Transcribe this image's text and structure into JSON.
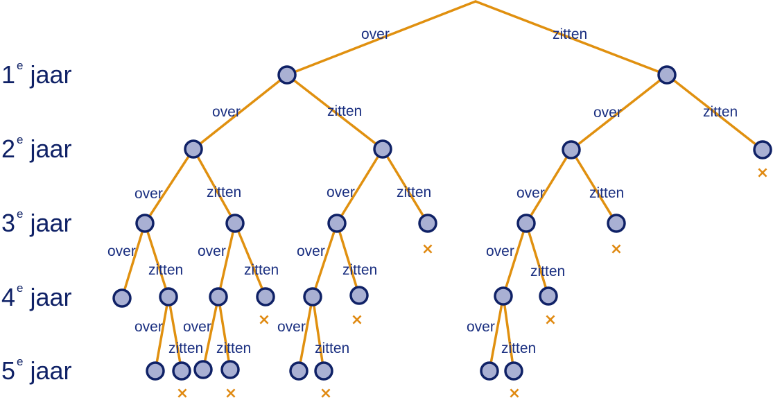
{
  "years": [
    {
      "num": "1",
      "sup": "e",
      "word": "jaar"
    },
    {
      "num": "2",
      "sup": "e",
      "word": "jaar"
    },
    {
      "num": "3",
      "sup": "e",
      "word": "jaar"
    },
    {
      "num": "4",
      "sup": "e",
      "word": "jaar"
    },
    {
      "num": "5",
      "sup": "e",
      "word": "jaar"
    }
  ],
  "branch_labels": {
    "pass": "over",
    "repeat": "zitten"
  },
  "fail_mark": "×",
  "colors": {
    "edge": "#e0900f",
    "node_fill": "#a9b0d3",
    "node_stroke": "#0f2166",
    "text": "#1a2f80",
    "fail": "#e08a12"
  }
}
